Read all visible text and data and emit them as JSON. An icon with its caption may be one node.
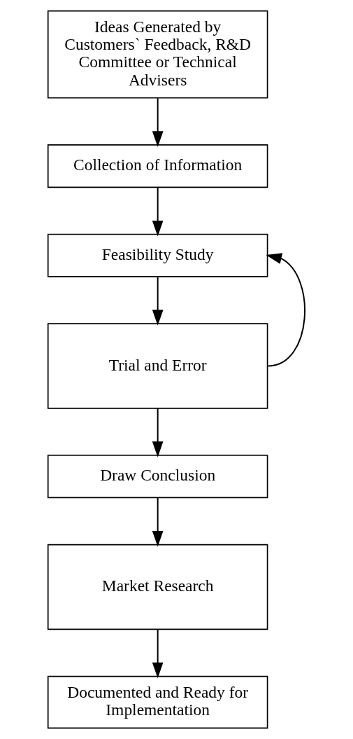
{
  "diagram": {
    "nodes": [
      {
        "text": [
          "Ideas Generated by Customers` Feedback, R&D Committee or Technical Advisers"
        ]
      },
      {
        "text": [
          "Collection of Information"
        ]
      },
      {
        "text": [
          "Feasibility Study"
        ]
      },
      {
        "text": [
          "Trial and Error"
        ]
      },
      {
        "text": [
          "Draw Conclusion"
        ]
      },
      {
        "text": [
          "Market Research"
        ]
      },
      {
        "text": [
          "Documented and Ready for Implementation"
        ]
      }
    ],
    "edges": [
      {
        "from": 0,
        "to": 1,
        "arrow": "to"
      },
      {
        "from": 1,
        "to": 2,
        "arrow": "to"
      },
      {
        "from": 2,
        "to": 3,
        "arrow": "to"
      },
      {
        "from": 3,
        "to": 2,
        "arrow": "to"
      },
      {
        "from": 3,
        "to": 4,
        "arrow": "to"
      },
      {
        "from": 4,
        "to": 5,
        "arrow": "to"
      },
      {
        "from": 5,
        "to": 6,
        "arrow": "to"
      }
    ]
  }
}
